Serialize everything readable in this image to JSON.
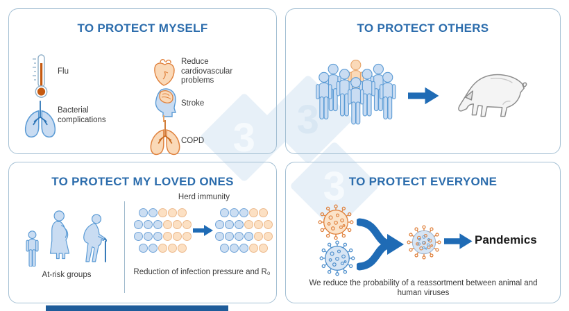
{
  "watermark": {
    "digit": "3"
  },
  "myself": {
    "title": "TO PROTECT MYSELF",
    "flu_label": "Flu",
    "bacterial_label": "Bacterial complications",
    "cardio_label": "Reduce cardiovascular problems",
    "stroke_label": "Stroke",
    "copd_label": "COPD"
  },
  "others": {
    "title": "TO PROTECT OTHERS"
  },
  "loved": {
    "title": "TO PROTECT MY LOVED ONES",
    "at_risk_label": "At-risk groups",
    "herd_title": "Herd immunity",
    "herd_caption": "Reduction of infection pressure and R₀",
    "left_grid": [
      [
        "blue",
        "blue",
        "orange",
        "orange",
        "orange"
      ],
      [
        "blue",
        "blue",
        "blue",
        "orange",
        "orange",
        "orange"
      ],
      [
        "blue",
        "blue",
        "blue",
        "orange",
        "orange",
        "orange"
      ],
      [
        "blue",
        "blue",
        "orange",
        "orange",
        "orange"
      ]
    ],
    "right_grid": [
      [
        "blue",
        "blue",
        "blue",
        "orange",
        "orange"
      ],
      [
        "blue",
        "blue",
        "blue",
        "orange",
        "orange",
        "orange"
      ],
      [
        "blue",
        "blue",
        "blue",
        "blue",
        "orange",
        "orange"
      ],
      [
        "blue",
        "blue",
        "blue",
        "orange",
        "orange"
      ]
    ]
  },
  "everyone": {
    "title": "TO PROTECT EVERYONE",
    "pandemics_label": "Pandemics",
    "caption": "We reduce the probability of a reassortment between animal and human viruses"
  },
  "colors": {
    "title_blue": "#2b6cac",
    "arrow_blue": "#1f6bb5",
    "figure_blue_fill": "#c9dcf2",
    "figure_blue_stroke": "#5b9bd5",
    "figure_orange_fill": "#fad9b8",
    "figure_orange_stroke": "#e0813c",
    "thermometer_mercury": "#c55a11",
    "watermark_fill": "#e7f0f8",
    "panel_border": "#a3bfd3",
    "footer_bar": "#1e5c9a"
  }
}
